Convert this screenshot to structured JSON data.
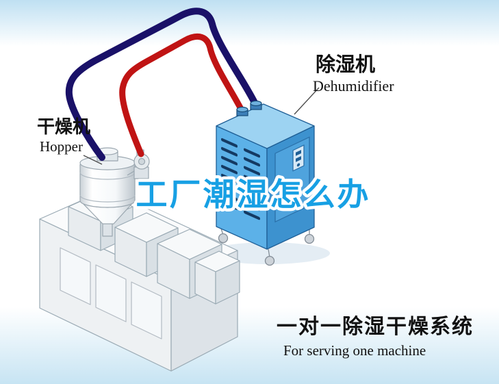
{
  "labels": {
    "hopper": {
      "zh": "干燥机",
      "en": "Hopper"
    },
    "dehumidifier": {
      "zh": "除湿机",
      "en": "Dehumidifier"
    }
  },
  "watermark": {
    "text": "工厂潮湿怎么办",
    "color": "#17a0e4"
  },
  "caption": {
    "zh": "一对一除湿干燥系统",
    "en": "For serving one machine"
  },
  "colors": {
    "background_tint": "#c2e2f3",
    "pipe_blue": "#1a1168",
    "pipe_red": "#c01414",
    "dehumidifier_front": "#5cb1e8",
    "dehumidifier_side": "#3d92cf",
    "dehumidifier_top": "#9dd3f2",
    "machine_body": "#eef1f3"
  }
}
